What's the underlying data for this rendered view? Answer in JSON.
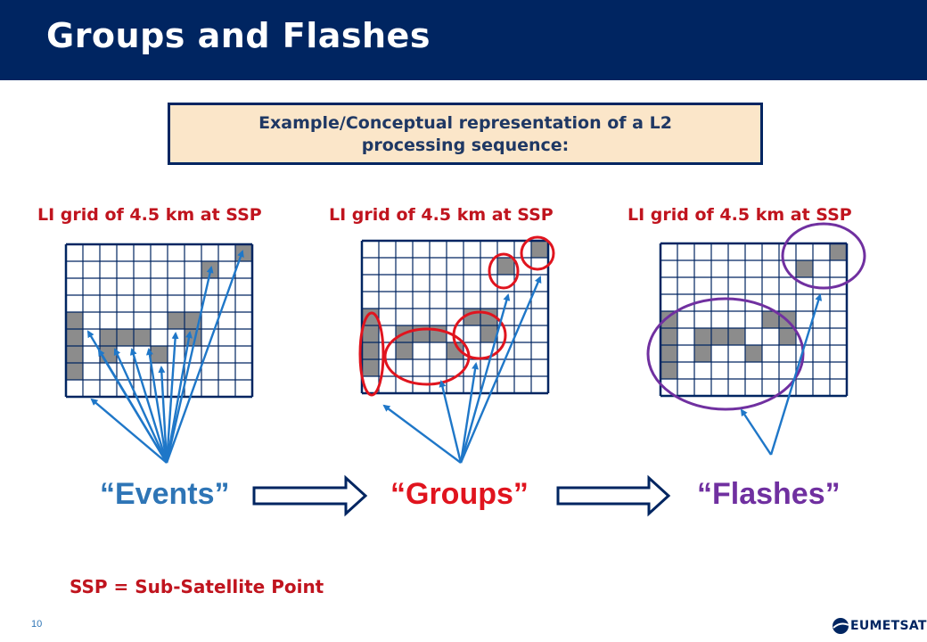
{
  "slide": {
    "title": "Groups and Flashes",
    "box_text_line1": "Example/Conceptual representation of a L2",
    "box_text_line2": "processing sequence:",
    "grid_labels": [
      "LI grid of 4.5 km at SSP",
      "LI grid of 4.5 km at SSP",
      "LI grid of 4.5 km at SSP"
    ],
    "stage_labels": [
      "“Events”",
      "“Groups”",
      "“Flashes”"
    ],
    "footnote": "SSP = Sub-Satellite Point",
    "page_number": "10",
    "logo_text": "EUMETSAT"
  },
  "colors": {
    "header": "#002561",
    "grid_line": "#002561",
    "filled_cell": "#8c8c8c",
    "arrow": "#1f77c8",
    "group_ring": "#e0141e",
    "flash_ring": "#7030a0",
    "label_red": "#c0141e",
    "events_blue": "#2e75b6",
    "flashes_purple": "#7030a0"
  },
  "grid": {
    "cols": 11,
    "rows": 9,
    "filled_cells": [
      [
        10,
        0
      ],
      [
        8,
        1
      ],
      [
        0,
        4
      ],
      [
        6,
        4
      ],
      [
        7,
        4
      ],
      [
        0,
        5
      ],
      [
        2,
        5
      ],
      [
        3,
        5
      ],
      [
        4,
        5
      ],
      [
        7,
        5
      ],
      [
        0,
        6
      ],
      [
        2,
        6
      ],
      [
        5,
        6
      ],
      [
        0,
        7
      ]
    ]
  }
}
